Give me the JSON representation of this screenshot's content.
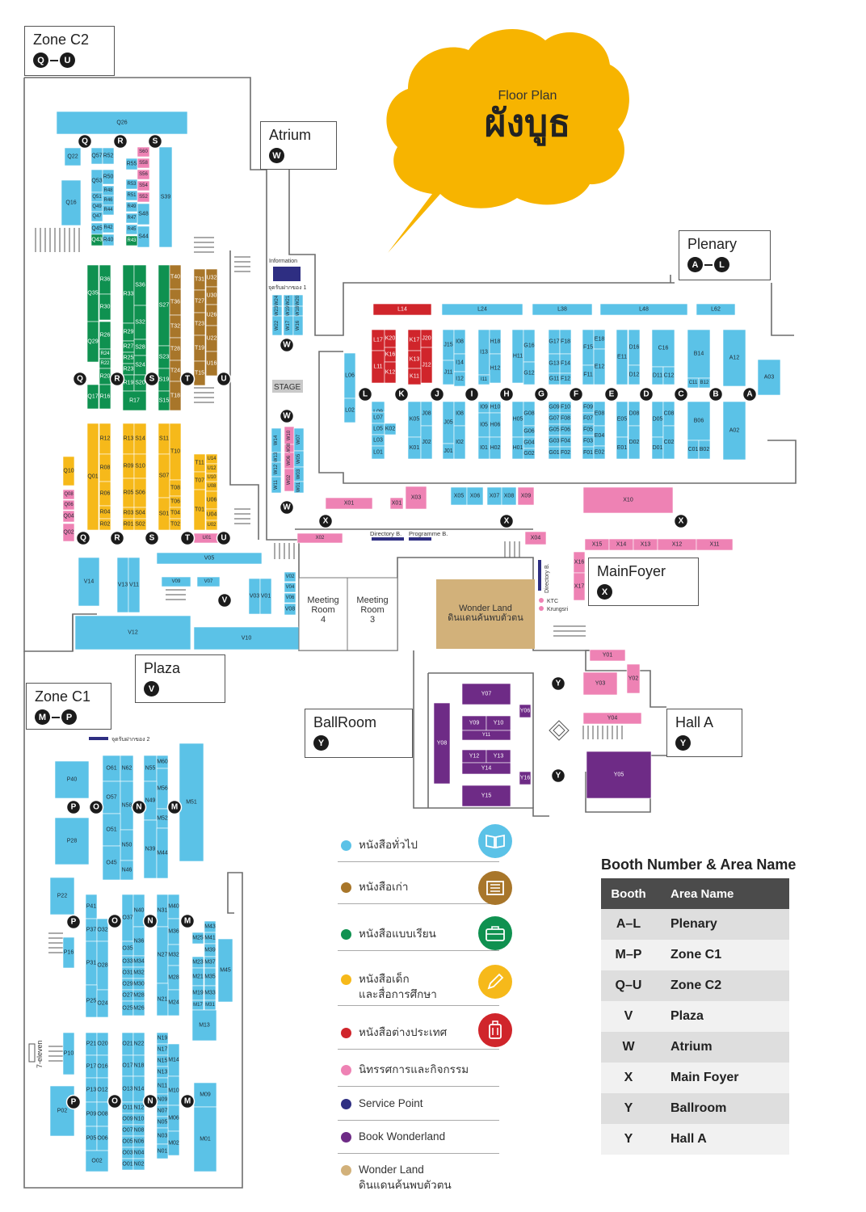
{
  "title": {
    "subtitle": "Floor Plan",
    "main": "ผังบูธ"
  },
  "colors": {
    "general_books": "#5bc2e7",
    "old_books": "#a8762a",
    "textbooks": "#0f9150",
    "children_books": "#f6b91a",
    "foreign_books": "#d0252b",
    "exhibitions": "#ee82b4",
    "service_point": "#2e2e82",
    "book_wonderland": "#6e2b86",
    "wonder_land": "#d2b17a",
    "cloud": "#f7b400"
  },
  "zones": {
    "zone_c2": {
      "title": "Zone C2",
      "from": "Q",
      "to": "U"
    },
    "atrium": {
      "title": "Atrium",
      "badge": "W"
    },
    "plenary": {
      "title": "Plenary",
      "from": "A",
      "to": "L"
    },
    "main_foyer": {
      "title": "MainFoyer",
      "badge": "X"
    },
    "plaza": {
      "title": "Plaza",
      "badge": "V"
    },
    "zone_c1": {
      "title": "Zone C1",
      "from": "M",
      "to": "P"
    },
    "ballroom": {
      "title": "BallRoom",
      "badge": "Y"
    },
    "hall_a": {
      "title": "Hall A",
      "badge": "Y"
    }
  },
  "places": {
    "information": "Information",
    "counter1": "จุดรับฝากของ 1",
    "counter2": "จุดรับฝากของ 2",
    "stage": "STAGE",
    "meeting4": "Meeting\nRoom\n4",
    "meeting3": "Meeting\nRoom\n3",
    "wonder_land": "Wonder Land\nดินแดนค้นพบตัวตน",
    "directory_b": "Directory B.",
    "programme_b": "Programme B.",
    "directory_b_v": "Directory B.",
    "ktc": "KTC",
    "krungsri": "Krungsri",
    "seven_eleven": "7-eleven"
  },
  "booths": {
    "Q26": "Q26",
    "Q22": "Q22",
    "Q16": "Q16",
    "Q57": "Q57",
    "R52": "R52",
    "Q53": "Q53",
    "R50": "R50",
    "R48": "R48",
    "Q51": "Q51",
    "R46": "R46",
    "Q49": "Q49",
    "R44": "R44",
    "Q47": "Q47",
    "R42": "R42",
    "Q45": "Q45",
    "R40": "R40",
    "Q43": "Q43",
    "S60": "S60",
    "S58": "S58",
    "S56": "S56",
    "S54": "S54",
    "S52": "S52",
    "S48": "S48",
    "S44": "S44",
    "S39": "S39",
    "R55": "R55",
    "R53": "R53",
    "R51": "R51",
    "R49": "R49",
    "R47": "R47",
    "R45": "R45",
    "R43": "R43",
    "Q35": "Q35",
    "R36": "R36",
    "R30": "R30",
    "Q29": "Q29",
    "R26": "R26",
    "R24": "R24",
    "R22": "R22",
    "R20": "R20",
    "Q17": "Q17",
    "R16": "R16",
    "R33": "R33",
    "S36": "S36",
    "S32": "S32",
    "R29": "R29",
    "S28": "S28",
    "R27": "R27",
    "R25": "R25",
    "S24": "S24",
    "R23": "R23",
    "R19": "R19",
    "S20": "S20",
    "R17": "R17",
    "S27": "S27",
    "S23": "S23",
    "S19": "S19",
    "S15": "S15",
    "T40": "T40",
    "T36": "T36",
    "T32": "T32",
    "T28": "T28",
    "T24": "T24",
    "T18": "T18",
    "T31": "T31",
    "U32": "U32",
    "U30": "U30",
    "T27": "T27",
    "U26": "U26",
    "T23": "T23",
    "U22": "U22",
    "T19": "T19",
    "U16": "U16",
    "T15": "T15",
    "Q10": "Q10",
    "Q08": "Q08",
    "Q06": "Q06",
    "Q04": "Q04",
    "Q02": "Q02",
    "Q01": "Q01",
    "R12": "R12",
    "R08": "R08",
    "R06": "R06",
    "R04": "R04",
    "R02": "R02",
    "R13": "R13",
    "S14": "S14",
    "R09": "R09",
    "S10": "S10",
    "R05": "R05",
    "S06": "S06",
    "R03": "R03",
    "S04": "S04",
    "R01": "R01",
    "S02": "S02",
    "S11": "S11",
    "T10": "T10",
    "S07": "S07",
    "T08": "T08",
    "T06": "T06",
    "S01": "S01",
    "T04": "T04",
    "T02": "T02",
    "T11": "T11",
    "U14": "U14",
    "U12": "U12",
    "U10": "U10",
    "T07": "T07",
    "U08": "U08",
    "U06": "U06",
    "T01": "T01",
    "U04": "U04",
    "U02": "U02",
    "U01": "U01",
    "V05": "V05",
    "V14": "V14",
    "V13": "V13",
    "V11": "V11",
    "V09": "V09",
    "V07": "V07",
    "V03": "V03",
    "V01": "V01",
    "V02": "V02",
    "V04": "V04",
    "V06": "V06",
    "V08": "V08",
    "V12": "V12",
    "V10": "V10",
    "W24": "W24",
    "W23": "W23",
    "W22": "W22",
    "W21": "W21",
    "W19": "W19",
    "W17": "W17",
    "W20": "W20",
    "W18": "W18",
    "W16": "W16",
    "W14": "W14",
    "W13": "W13",
    "W12": "W12",
    "W11": "W11",
    "W10": "W10",
    "W08": "W08",
    "W06": "W06",
    "W02": "W02",
    "W07": "W07",
    "W05": "W05",
    "W03": "W03",
    "W01": "W01",
    "L14": "L14",
    "L24": "L24",
    "L38": "L38",
    "L48": "L48",
    "L62": "L62",
    "L17": "L17",
    "K20": "K20",
    "K16": "K16",
    "L11": "L11",
    "K12": "K12",
    "K17": "K17",
    "J20": "J20",
    "K13": "K13",
    "J12": "J12",
    "K11": "K11",
    "L06": "L06",
    "L02": "L02",
    "J15": "J15",
    "I08": "I08",
    "I14": "I14",
    "J11": "J11",
    "I12": "I12",
    "I13": "I13",
    "H18": "H18",
    "H12": "H12",
    "I11": "I11",
    "H11": "H11",
    "G16": "G16",
    "G12": "G12",
    "G17": "G17",
    "F18": "F18",
    "G13": "G13",
    "F14": "F14",
    "G11": "G11",
    "F12": "F12",
    "F15": "F15",
    "E18": "E18",
    "E11": "E11",
    "E12": "E12",
    "F11": "F11",
    "D16": "D16",
    "D12": "D12",
    "C16": "C16",
    "D11": "D11",
    "C12": "C12",
    "B14": "B14",
    "C11": "C11",
    "B12": "B12",
    "A12": "A12",
    "A03": "A03",
    "L09": "L09",
    "L07": "L07",
    "L05": "L05",
    "K02": "K02",
    "L03": "L03",
    "L01": "L01",
    "K05": "K05",
    "J08": "J08",
    "K01": "K01",
    "J02": "J02",
    "J05": "J05",
    "I08b": "I08",
    "J01": "J01",
    "I02": "I02",
    "I09": "I09",
    "H10": "H10",
    "I05": "I05",
    "H06": "H06",
    "I01": "I01",
    "H02": "H02",
    "H05": "H05",
    "G08": "G08",
    "G06": "G06",
    "G04": "G04",
    "H01": "H01",
    "G02": "G02",
    "G09": "G09",
    "F10": "F10",
    "G07": "G07",
    "F08": "F08",
    "G05": "G05",
    "F06": "F06",
    "G03": "G03",
    "F04": "F04",
    "G01": "G01",
    "F02": "F02",
    "F09": "F09",
    "E08": "E08",
    "F07": "F07",
    "F05": "F05",
    "E04": "E04",
    "F03": "F03",
    "F01": "F01",
    "E02": "E02",
    "E05": "E05",
    "D08": "D08",
    "E01": "E01",
    "D02": "D02",
    "D05": "D05",
    "C08": "C08",
    "D01": "D01",
    "C02": "C02",
    "B06": "B06",
    "C01": "C01",
    "B02": "B02",
    "A02": "A02",
    "X01": "X01",
    "X01b": "X01",
    "X03": "X03",
    "X05": "X05",
    "X06": "X06",
    "X07": "X07",
    "X08": "X08",
    "X09": "X09",
    "X10": "X10",
    "X02": "X02",
    "X04": "X04",
    "X15": "X15",
    "X14": "X14",
    "X13": "X13",
    "X12": "X12",
    "X11": "X11",
    "X16": "X16",
    "X17": "X17",
    "Y01": "Y01",
    "Y02": "Y02",
    "Y03": "Y03",
    "Y04": "Y04",
    "Y05": "Y05",
    "Y06": "Y06",
    "Y07": "Y07",
    "Y08": "Y08",
    "Y09": "Y09",
    "Y10": "Y10",
    "Y11": "Y11",
    "Y12": "Y12",
    "Y13": "Y13",
    "Y14": "Y14",
    "Y15": "Y15",
    "Y16": "Y16",
    "P40": "P40",
    "P28": "P28",
    "P22": "P22",
    "P16": "P16",
    "P10": "P10",
    "P02": "P02",
    "O61": "O61",
    "N62": "N62",
    "O57": "O57",
    "N58": "N58",
    "O51": "O51",
    "N50": "N50",
    "O45": "O45",
    "N46": "N46",
    "N55": "N55",
    "M60": "M60",
    "M56": "M56",
    "N49": "N49",
    "M52": "M52",
    "N39": "N39",
    "M44": "M44",
    "M51": "M51",
    "P41": "P41",
    "P37": "P37",
    "O32": "O32",
    "P31": "P31",
    "O28": "O28",
    "P25": "P25",
    "O24": "O24",
    "O37": "O37",
    "N40": "N40",
    "N36": "N36",
    "O35": "O35",
    "O33": "O33",
    "M34": "M34",
    "O31": "O31",
    "M32": "M32",
    "O29": "O29",
    "M30": "M30",
    "O27": "O27",
    "M28": "M28",
    "O25": "O25",
    "M26": "M26",
    "N31": "N31",
    "M40": "M40",
    "M36": "M36",
    "N27": "N27",
    "M32b": "M32",
    "M28b": "M28",
    "N21": "N21",
    "M24": "M24",
    "M43": "M43",
    "M25": "M25",
    "M41": "M41",
    "M39": "M39",
    "M23": "M23",
    "M37": "M37",
    "M21": "M21",
    "M35": "M35",
    "M19": "M19",
    "M33": "M33",
    "M17": "M17",
    "M31": "M31",
    "M13": "M13",
    "M45": "M45",
    "P21": "P21",
    "O20": "O20",
    "P17": "P17",
    "O16": "O16",
    "P13": "P13",
    "O12": "O12",
    "P09": "P09",
    "O08": "O08",
    "P05": "P05",
    "O06": "O06",
    "O02": "O02",
    "O21": "O21",
    "N22": "N22",
    "O17": "O17",
    "N18": "N18",
    "O13": "O13",
    "N14": "N14",
    "O11": "O11",
    "N12": "N12",
    "O09": "O09",
    "N10": "N10",
    "O07": "O07",
    "N08": "N08",
    "O05": "O05",
    "N06": "N06",
    "O03": "O03",
    "N04": "N04",
    "O01": "O01",
    "N02": "N02",
    "N19": "N19",
    "N17": "N17",
    "N15": "N15",
    "M14": "M14",
    "N13": "N13",
    "N11": "N11",
    "N09": "N09",
    "M10": "M10",
    "N07": "N07",
    "N05": "N05",
    "M06": "M06",
    "N03": "N03",
    "M02": "M02",
    "N01": "N01",
    "M09": "M09",
    "M01": "M01"
  },
  "aisle_letters": [
    "A",
    "B",
    "C",
    "D",
    "E",
    "F",
    "G",
    "H",
    "I",
    "J",
    "K",
    "L",
    "M",
    "N",
    "O",
    "P",
    "Q",
    "R",
    "S",
    "T",
    "U",
    "V",
    "W",
    "X",
    "Y"
  ],
  "legend": [
    {
      "label": "หนังสือทั่วไป",
      "color": "#5bc2e7",
      "icon": "book-icon",
      "icon_color": "#5bc2e7"
    },
    {
      "label": "หนังสือเก่า",
      "color": "#a8762a",
      "icon": "old-book-icon",
      "icon_color": "#a8762a"
    },
    {
      "label": "หนังสือแบบเรียน",
      "color": "#0f9150",
      "icon": "briefcase-icon",
      "icon_color": "#0f9150"
    },
    {
      "label": "หนังสือเด็ก\nและสื่อการศึกษา",
      "color": "#f6b91a",
      "icon": "pencil-icon",
      "icon_color": "#f6b91a"
    },
    {
      "label": "หนังสือต่างประเทศ",
      "color": "#d0252b",
      "icon": "luggage-icon",
      "icon_color": "#d0252b"
    },
    {
      "label": "นิทรรศการและกิจกรรม",
      "color": "#ee82b4"
    },
    {
      "label": "Service Point",
      "color": "#2e2e82"
    },
    {
      "label": "Book Wonderland",
      "color": "#6e2b86"
    },
    {
      "label": "Wonder Land\nดินแดนค้นพบตัวตน",
      "color": "#d2b17a"
    }
  ],
  "booth_table": {
    "title": "Booth Number & Area Name",
    "headers": [
      "Booth",
      "Area Name"
    ],
    "rows": [
      [
        "A–L",
        "Plenary"
      ],
      [
        "M–P",
        "Zone C1"
      ],
      [
        "Q–U",
        "Zone C2"
      ],
      [
        "V",
        "Plaza"
      ],
      [
        "W",
        "Atrium"
      ],
      [
        "X",
        "Main Foyer"
      ],
      [
        "Y",
        "Ballroom"
      ],
      [
        "Y",
        "Hall A"
      ]
    ]
  }
}
